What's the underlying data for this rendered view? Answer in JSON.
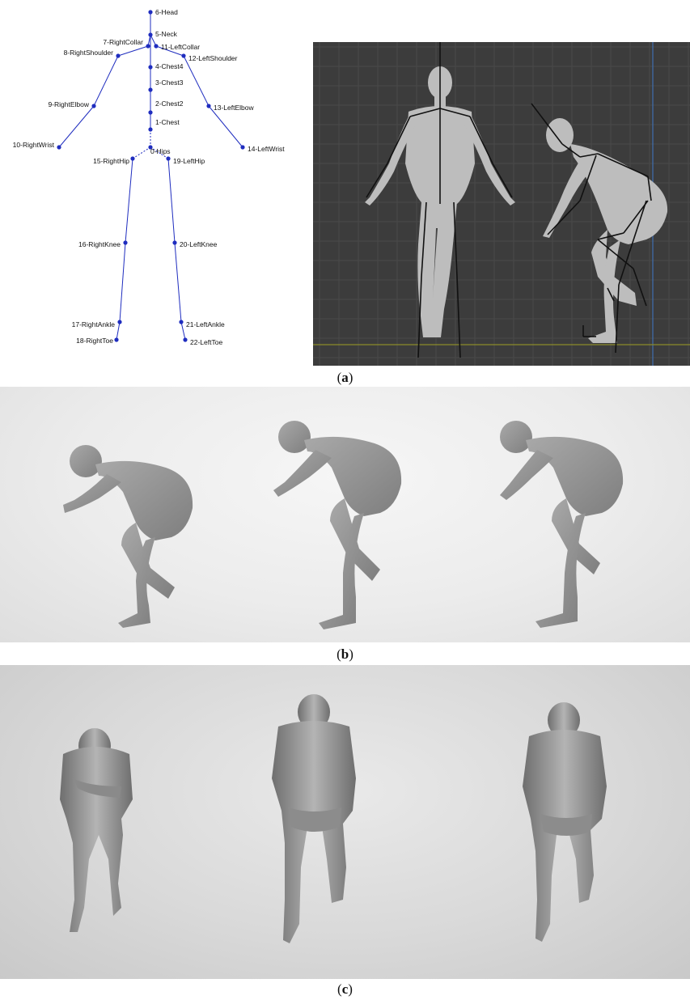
{
  "figure": {
    "captions": {
      "a": "a",
      "b": "b",
      "c": "c"
    },
    "joints": [
      {
        "id": "head",
        "label": "6-Head"
      },
      {
        "id": "neck",
        "label": "5-Neck"
      },
      {
        "id": "right_collar",
        "label": "7-RightCollar"
      },
      {
        "id": "left_collar",
        "label": "11-LeftCollar"
      },
      {
        "id": "right_shoulder",
        "label": "8-RightShoulder"
      },
      {
        "id": "left_shoulder",
        "label": "12-LeftShoulder"
      },
      {
        "id": "chest4",
        "label": "4-Chest4"
      },
      {
        "id": "chest3",
        "label": "3-Chest3"
      },
      {
        "id": "right_elbow",
        "label": "9-RightElbow"
      },
      {
        "id": "left_elbow",
        "label": "13-LeftElbow"
      },
      {
        "id": "chest2",
        "label": "2-Chest2"
      },
      {
        "id": "chest",
        "label": "1-Chest"
      },
      {
        "id": "right_wrist",
        "label": "10-RightWrist"
      },
      {
        "id": "left_wrist",
        "label": "14-LeftWrist"
      },
      {
        "id": "hips",
        "label": "0-Hips"
      },
      {
        "id": "right_hip",
        "label": "15-RightHip"
      },
      {
        "id": "left_hip",
        "label": "19-LeftHip"
      },
      {
        "id": "right_knee",
        "label": "16-RightKnee"
      },
      {
        "id": "left_knee",
        "label": "20-LeftKnee"
      },
      {
        "id": "right_ankle",
        "label": "17-RightAnkle"
      },
      {
        "id": "left_ankle",
        "label": "21-LeftAnkle"
      },
      {
        "id": "right_toe",
        "label": "18-RightToe"
      },
      {
        "id": "left_toe",
        "label": "22-LeftToe"
      }
    ],
    "colors": {
      "skeleton": "#1f2dbf",
      "viewport_bg": "#3c3c3c",
      "viewport_grid": "#4a4a4a",
      "body_mesh": "#bdbdbd",
      "rig_bone": "#111111",
      "ground_line": "#8a8a2a",
      "axis_line": "#3f6fb0"
    }
  }
}
